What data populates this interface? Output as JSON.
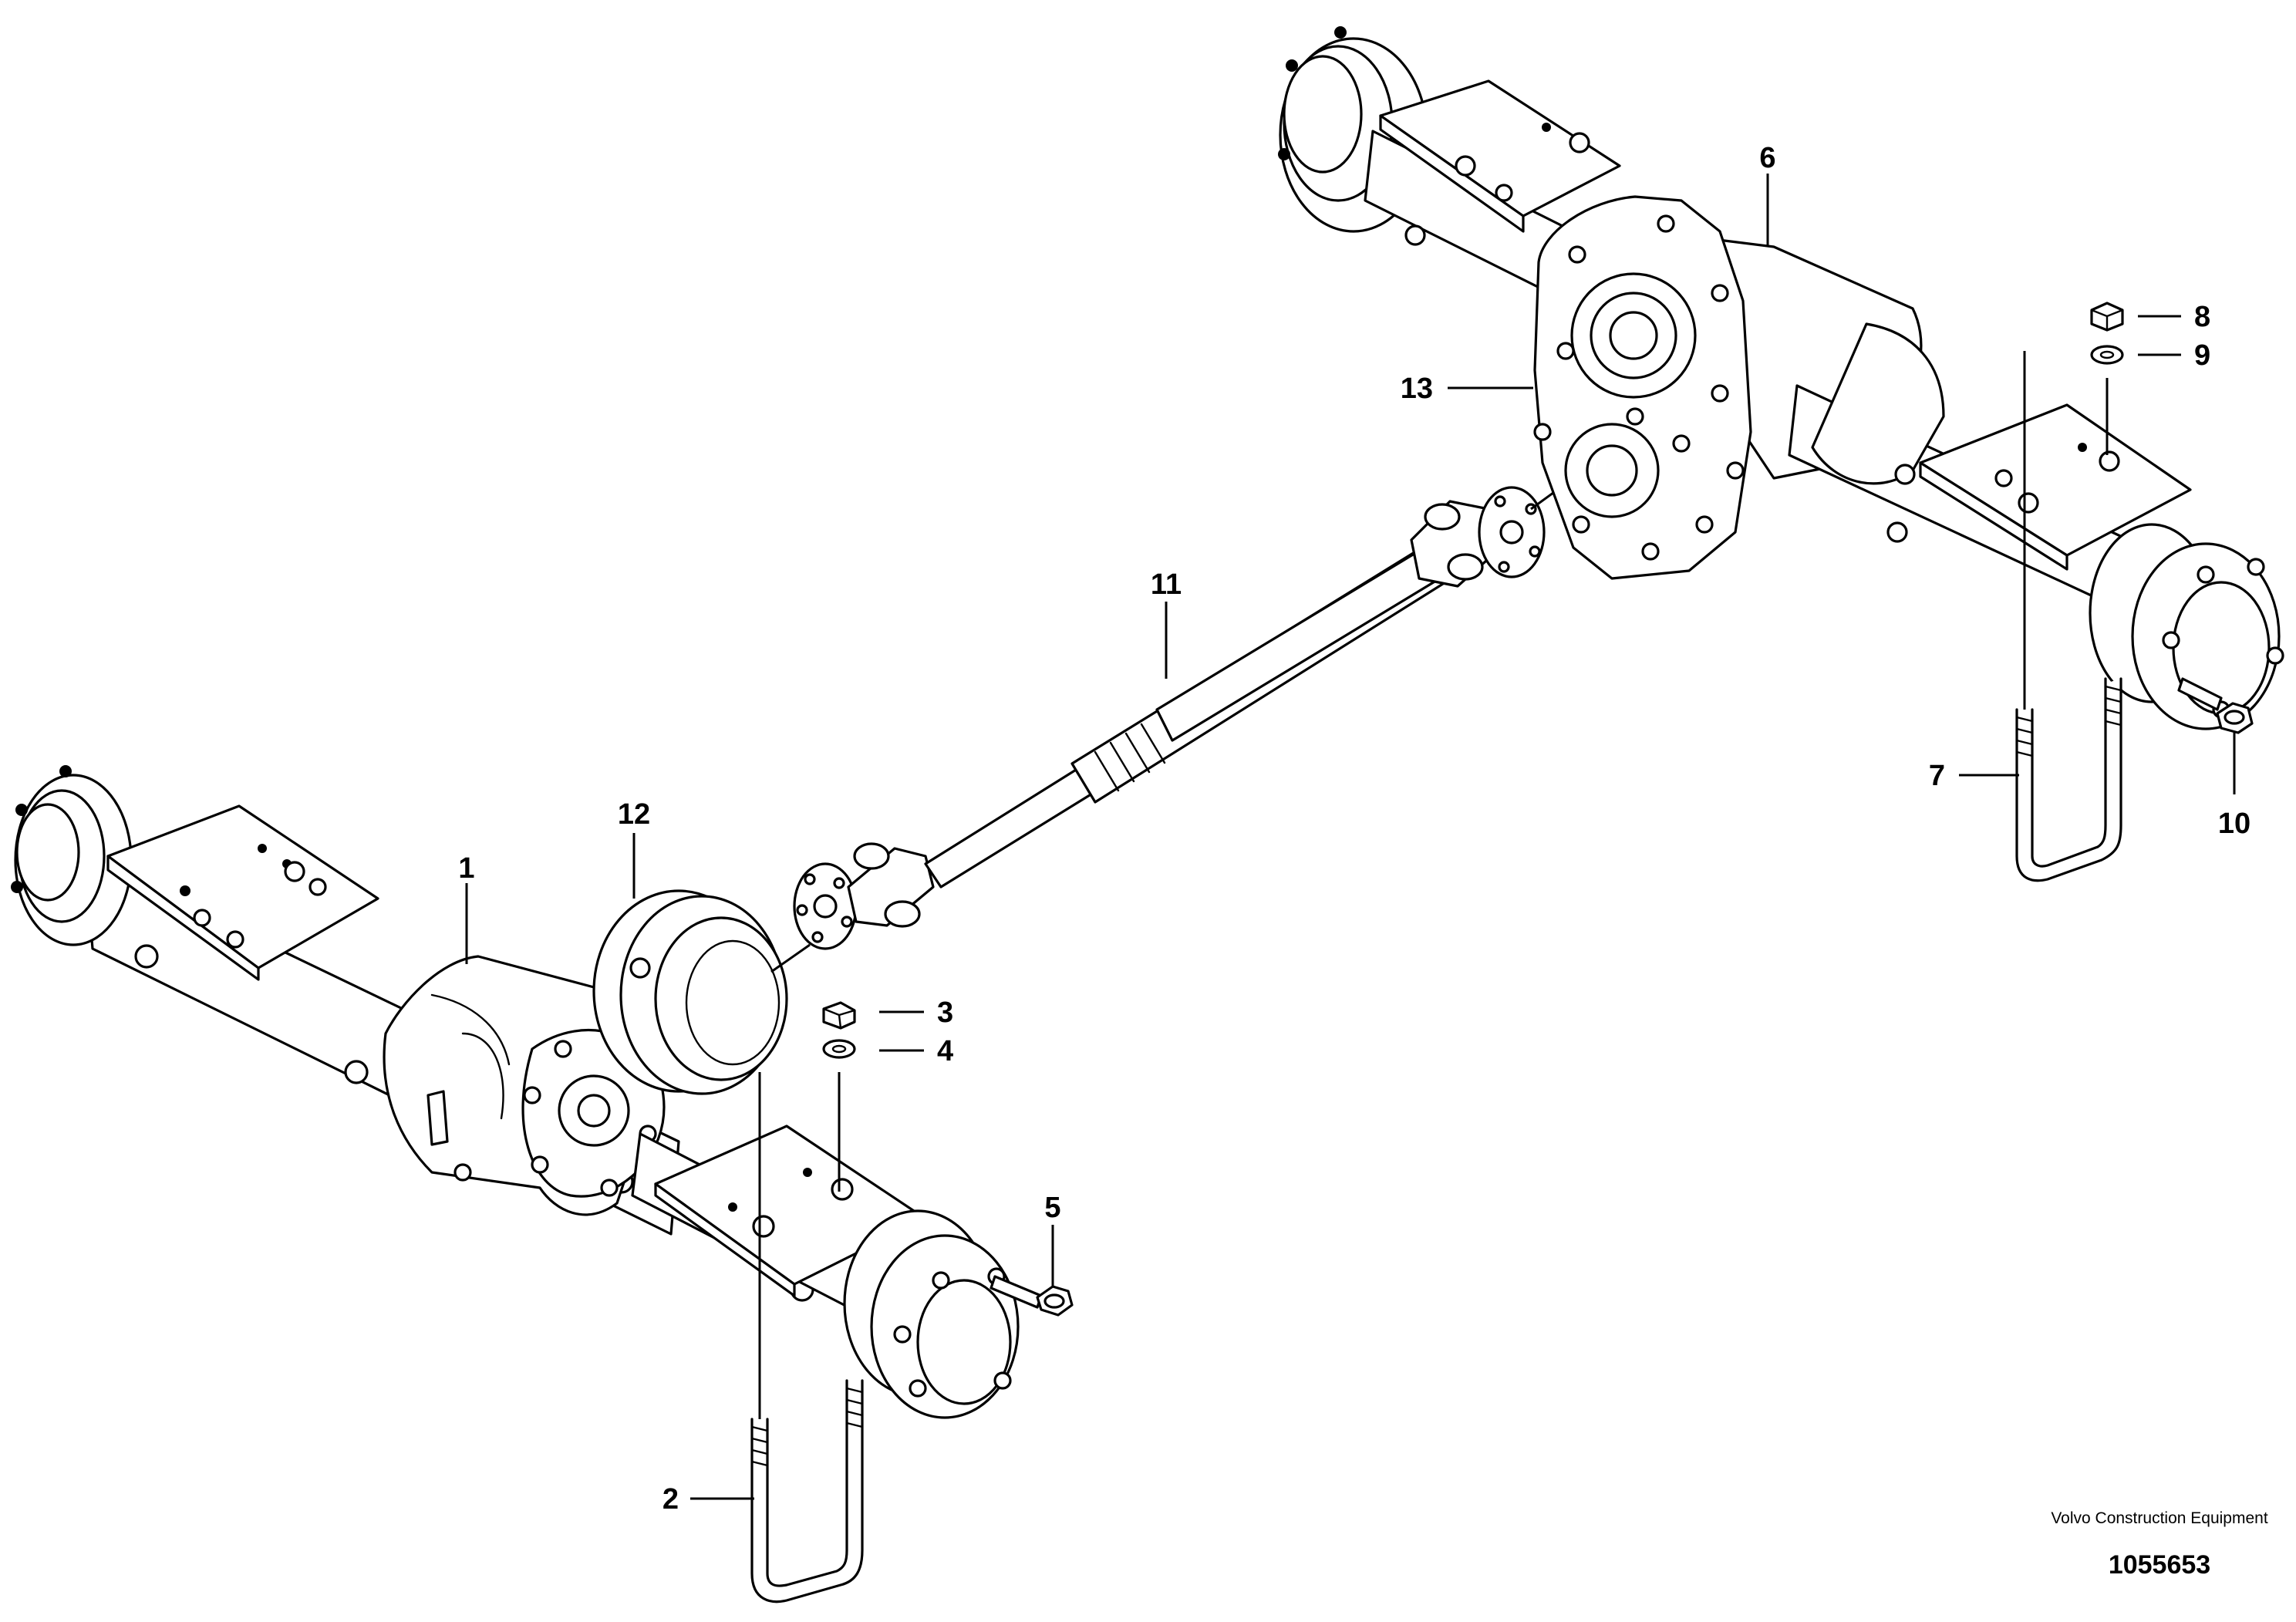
{
  "diagram": {
    "callouts": [
      "1",
      "2",
      "3",
      "4",
      "5",
      "6",
      "7",
      "8",
      "9",
      "10",
      "11",
      "12",
      "13"
    ],
    "parts": [
      {
        "name": "front-axle",
        "label": "1"
      },
      {
        "name": "front-u-bolt",
        "label": "2"
      },
      {
        "name": "front-nut",
        "label": "3"
      },
      {
        "name": "front-washer",
        "label": "4"
      },
      {
        "name": "wheel-nut",
        "label": "5"
      },
      {
        "name": "rear-axle",
        "label": "6"
      },
      {
        "name": "rear-u-bolt",
        "label": "7"
      },
      {
        "name": "rear-nut",
        "label": "8"
      },
      {
        "name": "rear-washer",
        "label": "9"
      },
      {
        "name": "rear-wheel-nut",
        "label": "10"
      },
      {
        "name": "propeller-shaft",
        "label": "11"
      },
      {
        "name": "front-brake-drum",
        "label": "12"
      },
      {
        "name": "transfer-gearbox",
        "label": "13"
      }
    ]
  },
  "credit": {
    "company": "Volvo Construction Equipment",
    "drawing_number": "1055653"
  }
}
